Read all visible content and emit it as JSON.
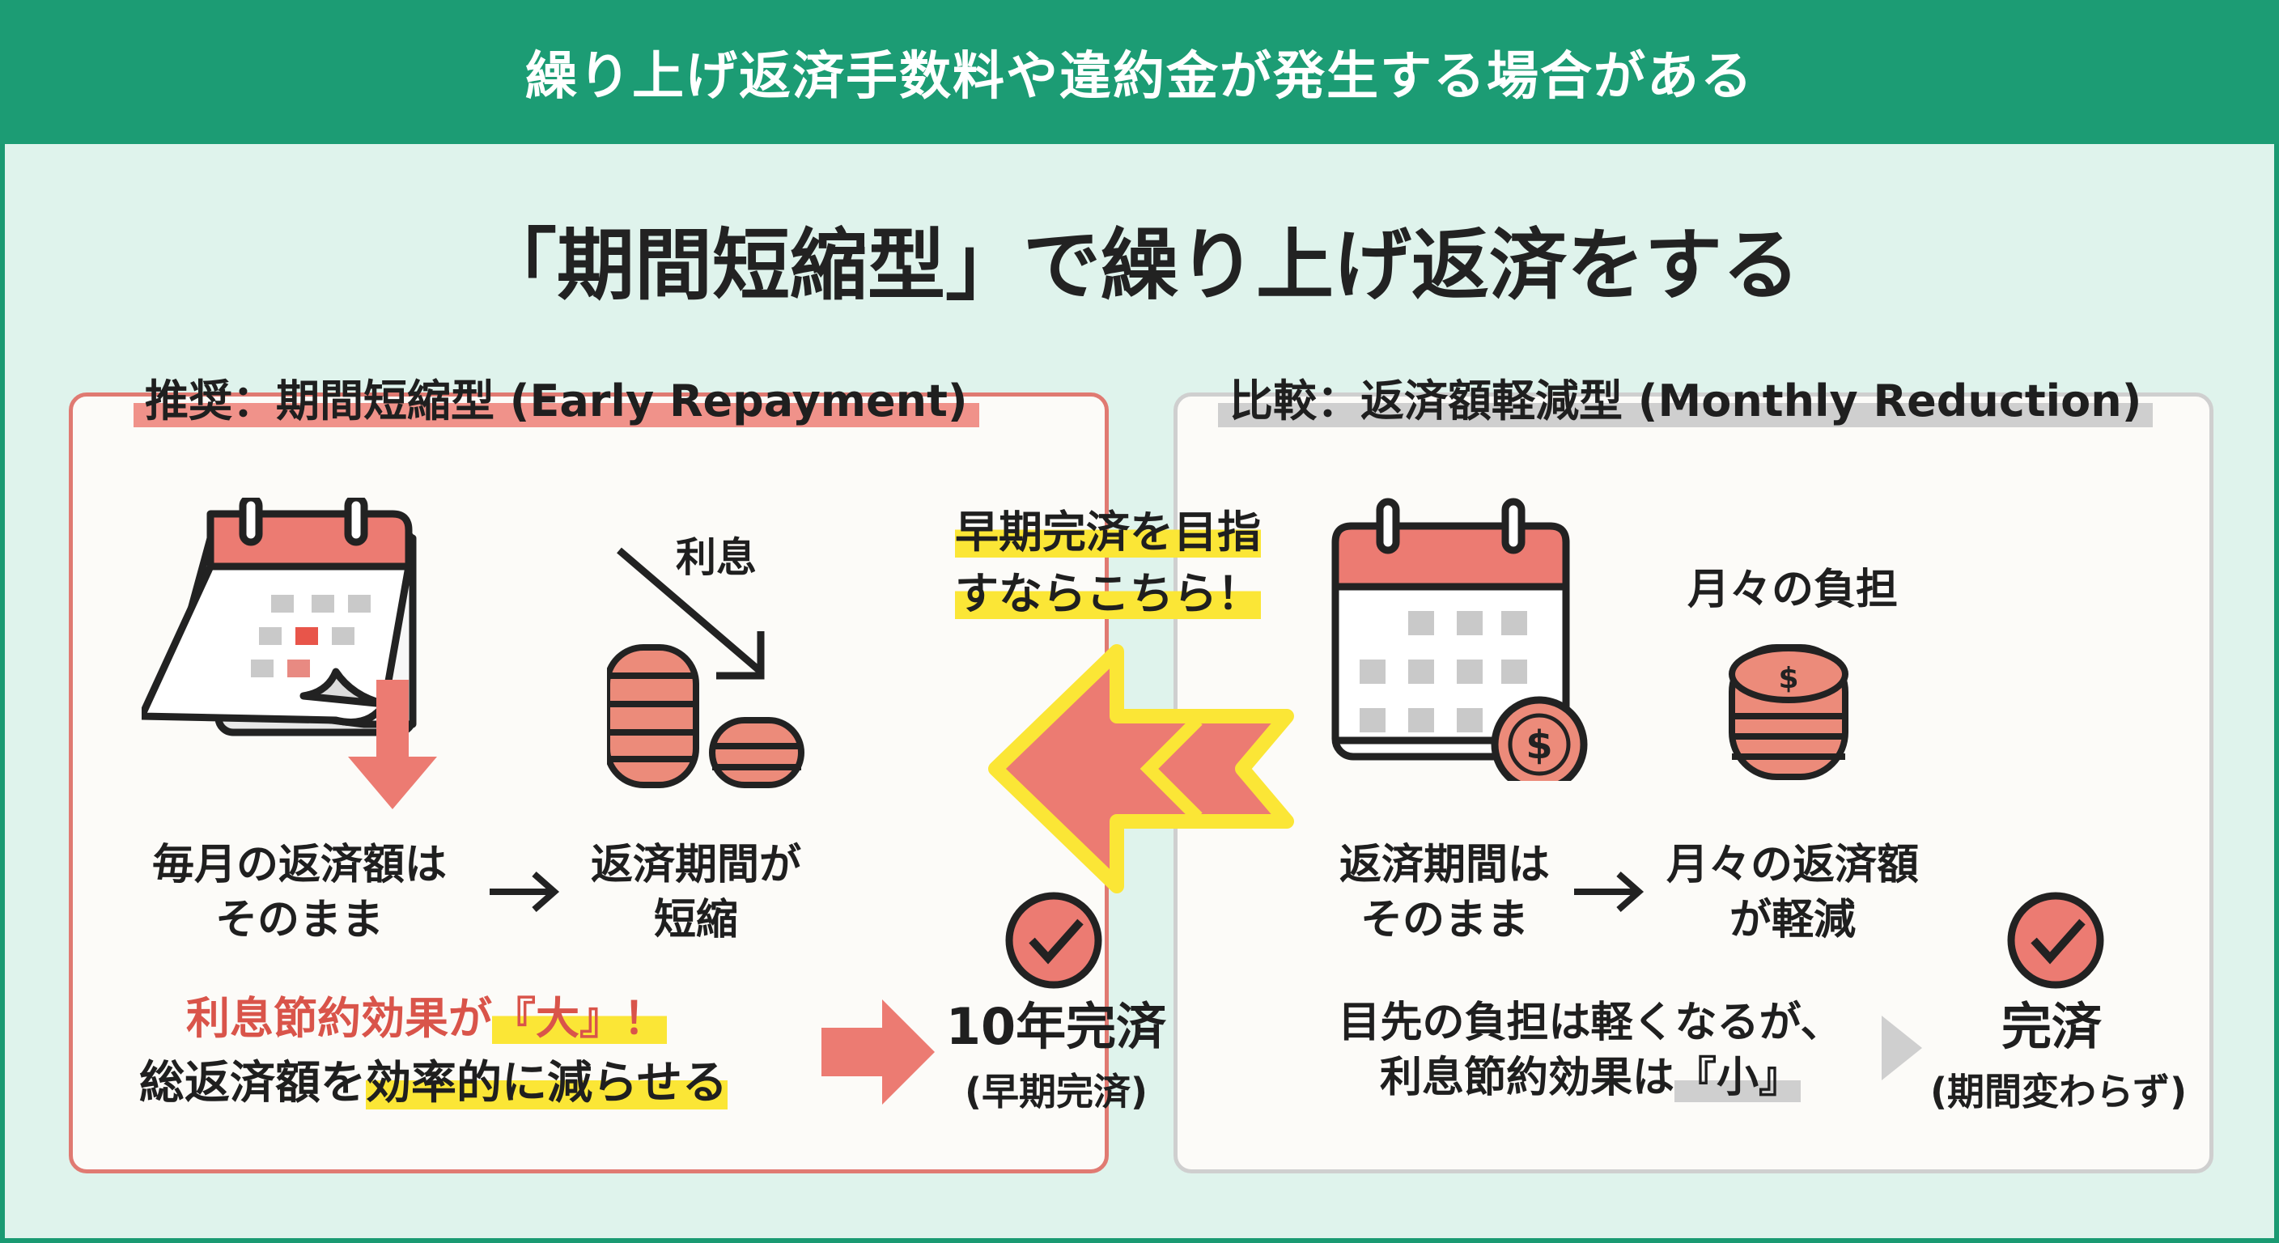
{
  "header": {
    "text": "繰り上げ返済手数料や違約金が発生する場合がある"
  },
  "title": "「期間短縮型」で繰り上げ返済をする",
  "left": {
    "heading": "推奨：期間短縮型 (Early Repayment)",
    "interest_label": "利息",
    "step1": [
      "毎月の返済額は",
      "そのまま"
    ],
    "step2": [
      "返済期間が",
      "短縮"
    ],
    "benefit_red": "利息節約効果が",
    "benefit_big": "『大』！",
    "benefit2_a": "総返済額を",
    "benefit2_b": "効率的に減らせる",
    "result": "10年完済",
    "result_sub": "(早期完済)"
  },
  "callout": [
    "早期完済を目指",
    "すならこちら！"
  ],
  "right": {
    "heading": "比較：返済額軽減型 (Monthly Reduction)",
    "burden_label": "月々の負担",
    "step1": [
      "返済期間は",
      "そのまま"
    ],
    "step2": [
      "月々の返済額",
      "が軽減"
    ],
    "note1": "目先の負担は軽くなるが、",
    "note2_a": "利息節約効果は",
    "note2_b": "『小』",
    "result": "完済",
    "result_sub": "(期間変わらず)"
  },
  "colors": {
    "green": "#1c9c74",
    "coral": "#e8776b",
    "yellow": "#fbe636",
    "red_text": "#d9544a"
  }
}
